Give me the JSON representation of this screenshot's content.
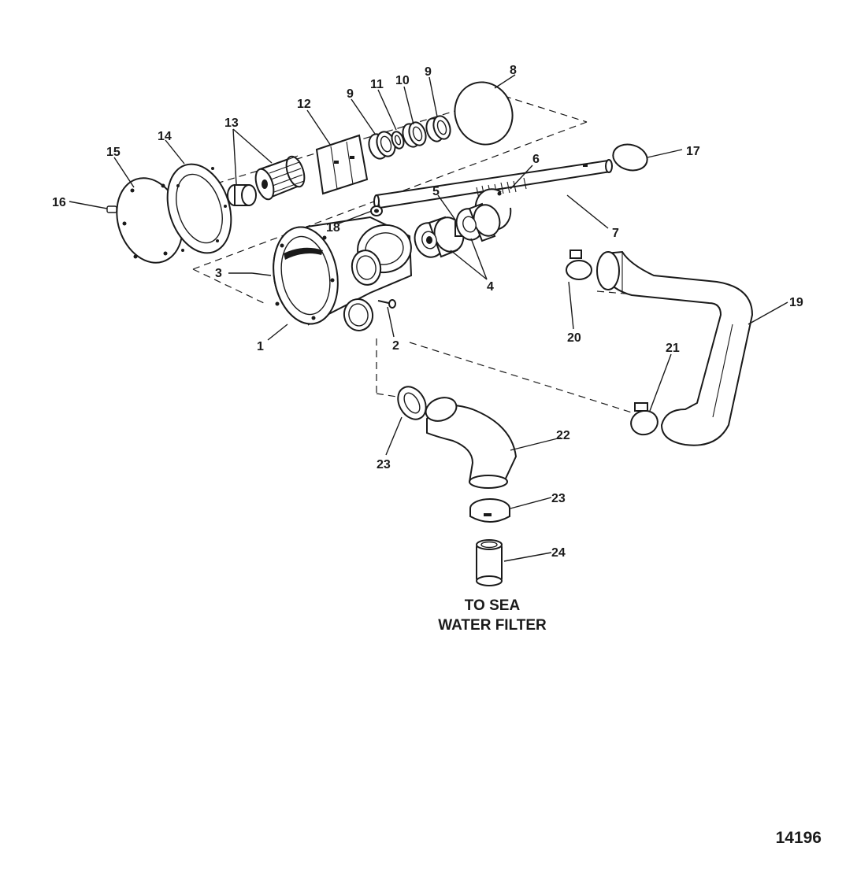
{
  "callouts": [
    {
      "id": "c1",
      "text": "1"
    },
    {
      "id": "c2",
      "text": "2"
    },
    {
      "id": "c3",
      "text": "3"
    },
    {
      "id": "c4",
      "text": "4"
    },
    {
      "id": "c5",
      "text": "5"
    },
    {
      "id": "c6",
      "text": "6"
    },
    {
      "id": "c7",
      "text": "7"
    },
    {
      "id": "c8",
      "text": "8"
    },
    {
      "id": "c9a",
      "text": "9"
    },
    {
      "id": "c9b",
      "text": "9"
    },
    {
      "id": "c10",
      "text": "10"
    },
    {
      "id": "c11",
      "text": "11"
    },
    {
      "id": "c12",
      "text": "12"
    },
    {
      "id": "c13",
      "text": "13"
    },
    {
      "id": "c14",
      "text": "14"
    },
    {
      "id": "c15",
      "text": "15"
    },
    {
      "id": "c16",
      "text": "16"
    },
    {
      "id": "c17",
      "text": "17"
    },
    {
      "id": "c18",
      "text": "18"
    },
    {
      "id": "c19",
      "text": "19"
    },
    {
      "id": "c20",
      "text": "20"
    },
    {
      "id": "c21",
      "text": "21"
    },
    {
      "id": "c22",
      "text": "22"
    },
    {
      "id": "c23a",
      "text": "23"
    },
    {
      "id": "c23b",
      "text": "23"
    },
    {
      "id": "c24",
      "text": "24"
    }
  ],
  "destination_label": {
    "line1": "TO SEA",
    "line2": "WATER FILTER"
  },
  "figure_number": "14196"
}
